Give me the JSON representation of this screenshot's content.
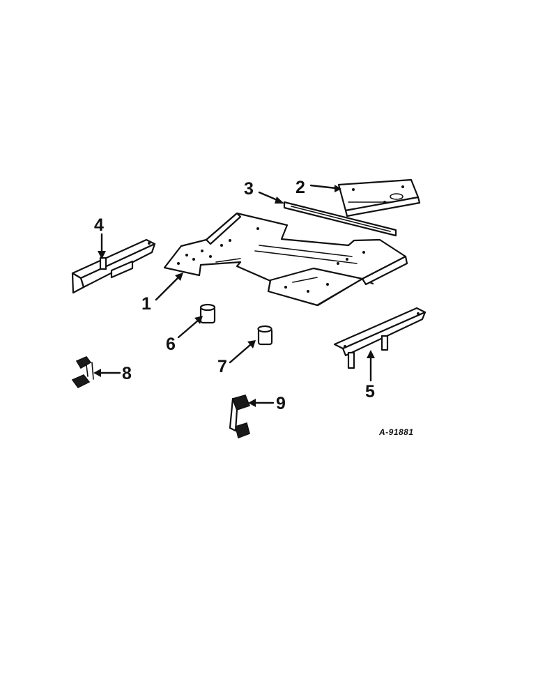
{
  "diagram": {
    "callouts": [
      "1",
      "2",
      "3",
      "4",
      "5",
      "6",
      "7",
      "8",
      "9"
    ],
    "reference_code": "A-91881"
  }
}
